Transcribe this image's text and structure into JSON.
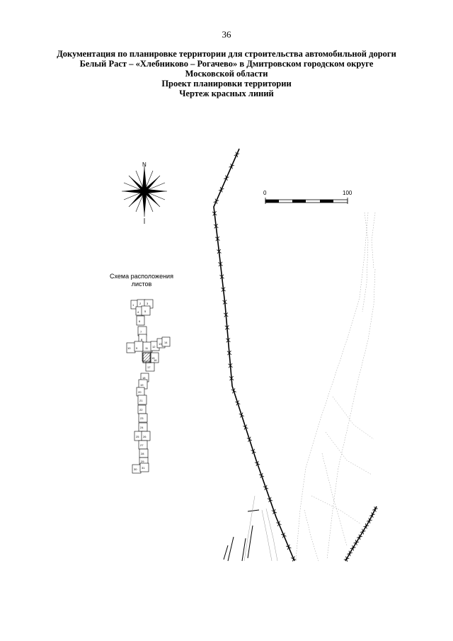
{
  "page": {
    "number": "36"
  },
  "title": {
    "line1": "Документация по планировке территории для строительства автомобильной дороги",
    "line2": "Белый Раст – «Хлебниково – Рогачево» в Дмитровском городском округе",
    "line3": "Московской области",
    "line4": "Проект планировки территории",
    "line5": "Чертеж красных линий"
  },
  "compass": {
    "north_label": "N"
  },
  "scale_bar": {
    "start_label": "0",
    "end_label": "100"
  },
  "sheet_schema": {
    "caption_line1": "Схема расположения",
    "caption_line2": "листов",
    "sheets": [
      "1",
      "2",
      "3",
      "4",
      "5",
      "6",
      "7",
      "8",
      "9",
      "10",
      "11",
      "12",
      "13",
      "14",
      "15",
      "16",
      "17",
      "18",
      "19",
      "20",
      "21",
      "22",
      "23",
      "24",
      "25",
      "26",
      "27",
      "28",
      "29",
      "30",
      "31"
    ]
  },
  "colors": {
    "line": "#000000",
    "faint": "#9a9a9a"
  }
}
